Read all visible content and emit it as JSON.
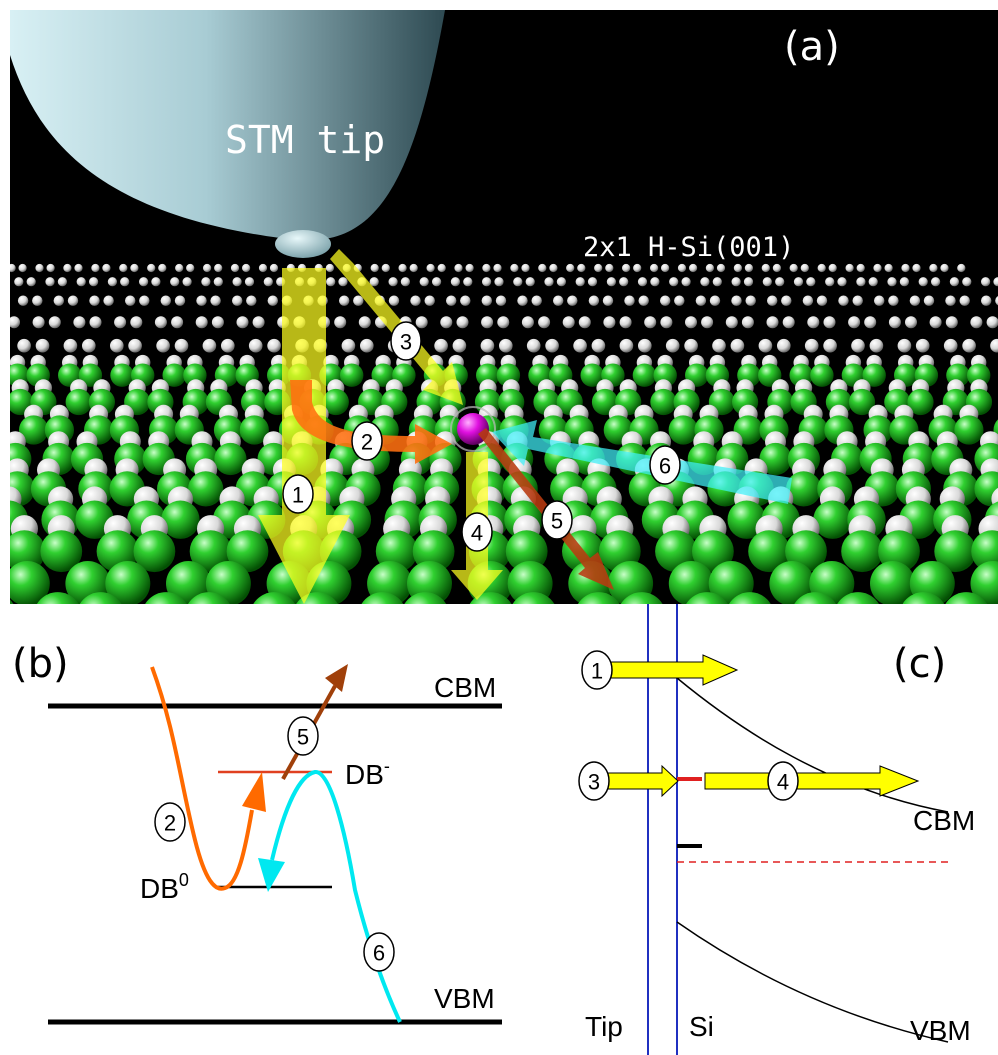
{
  "panel_a": {
    "label": "(a)",
    "tip_label": "STM tip",
    "surface_label": "2x1 H-Si(001)",
    "pathways": [
      {
        "num": "1",
        "color": "#e8e020"
      },
      {
        "num": "2",
        "color": "#e06a10"
      },
      {
        "num": "3",
        "color": "#e8e020"
      },
      {
        "num": "4",
        "color": "#e8e020"
      },
      {
        "num": "5",
        "color": "#b83a08"
      },
      {
        "num": "6",
        "color": "#40e0e8"
      }
    ]
  },
  "panel_b": {
    "label": "(b)",
    "cbm_label": "CBM",
    "vbm_label": "VBM",
    "db_neg_label": "DB",
    "db_neg_sup": "-",
    "db_zero_label": "DB",
    "db_zero_sup": "0",
    "nums": [
      "2",
      "5",
      "6"
    ]
  },
  "panel_c": {
    "label": "(c)",
    "cbm_label": "CBM",
    "vbm_label": "VBM",
    "tip_label": "Tip",
    "si_label": "Si",
    "nums": [
      "1",
      "3",
      "4"
    ]
  },
  "colors": {
    "yellow": "#ffff00",
    "orange": "#ff6a00",
    "brown": "#a0400a",
    "cyan": "#00e8f0",
    "red_level": "#e04020",
    "blue_line": "#2030c0"
  }
}
